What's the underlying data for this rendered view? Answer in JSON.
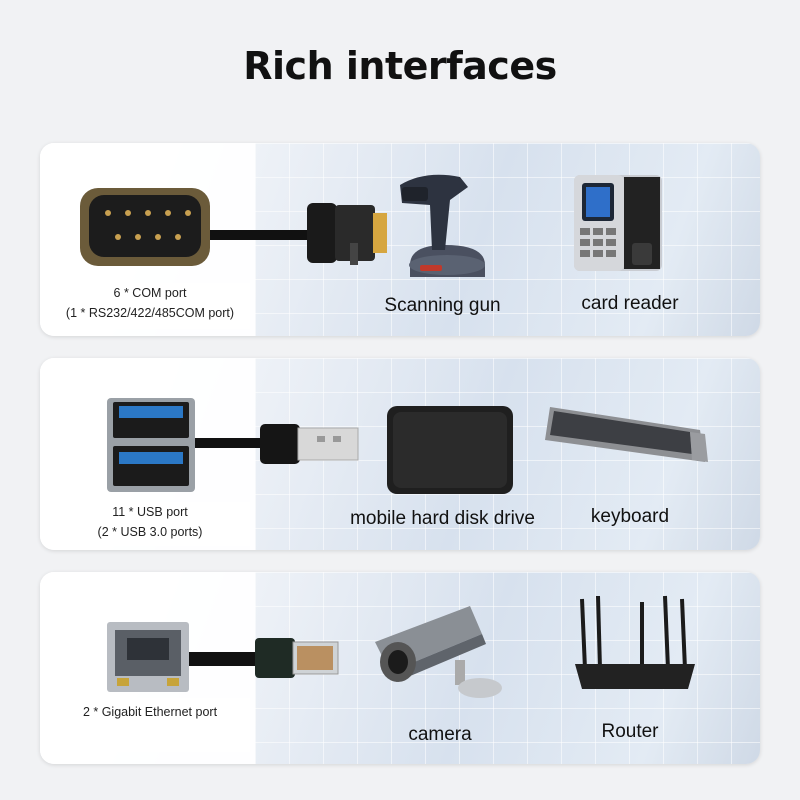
{
  "title": "Rich interfaces",
  "rows": [
    {
      "port_label_1": "6 * COM port",
      "port_label_2": "(1 * RS232/422/485COM port)",
      "devices": [
        {
          "label": "Scanning gun",
          "icon": "barcode-scanner-icon"
        },
        {
          "label": "card reader",
          "icon": "card-reader-icon"
        }
      ]
    },
    {
      "port_label_1": "11 * USB port",
      "port_label_2": "(2 * USB 3.0 ports)",
      "devices": [
        {
          "label": "mobile hard disk drive",
          "icon": "hard-disk-icon"
        },
        {
          "label": "keyboard",
          "icon": "keyboard-icon"
        }
      ]
    },
    {
      "port_label_1": "2 * Gigabit Ethernet port",
      "port_label_2": "",
      "devices": [
        {
          "label": "camera",
          "icon": "camera-icon"
        },
        {
          "label": "Router",
          "icon": "router-icon"
        }
      ]
    }
  ]
}
